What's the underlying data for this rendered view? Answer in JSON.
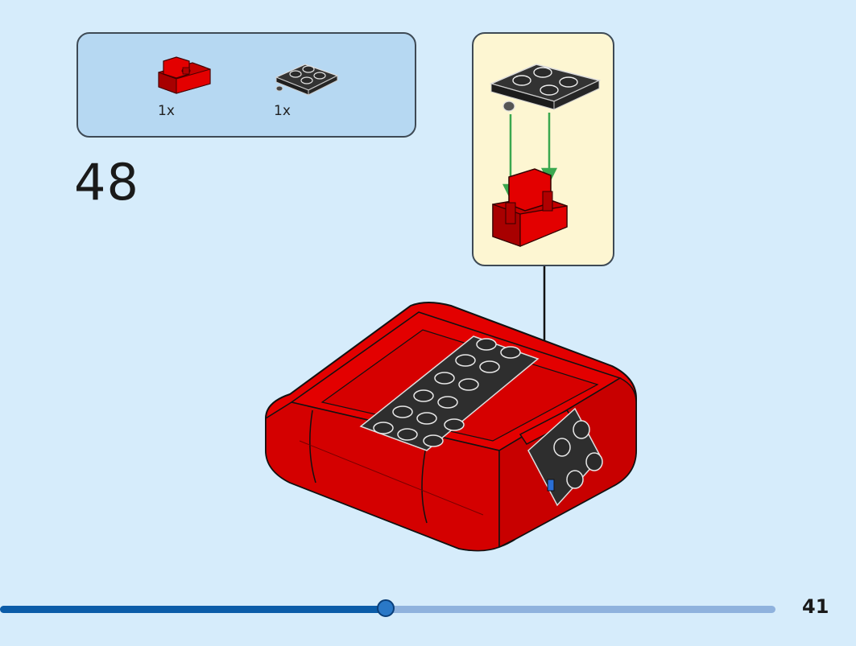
{
  "parts": [
    {
      "name": "red-bracket",
      "qty": "1x",
      "color": "#e30000"
    },
    {
      "name": "black-plate-with-pin",
      "qty": "1x",
      "color": "#2b2b2b"
    }
  ],
  "step_number": "48",
  "page_number": "41",
  "progress": {
    "fraction": 0.497
  },
  "colors": {
    "background": "#d6ecfb",
    "parts_box": "#b6d8f2",
    "sub_box": "#fdf6d2",
    "brick_red": "#e30000",
    "plate_black": "#2b2b2b",
    "arrow_green": "#3aa84f"
  }
}
